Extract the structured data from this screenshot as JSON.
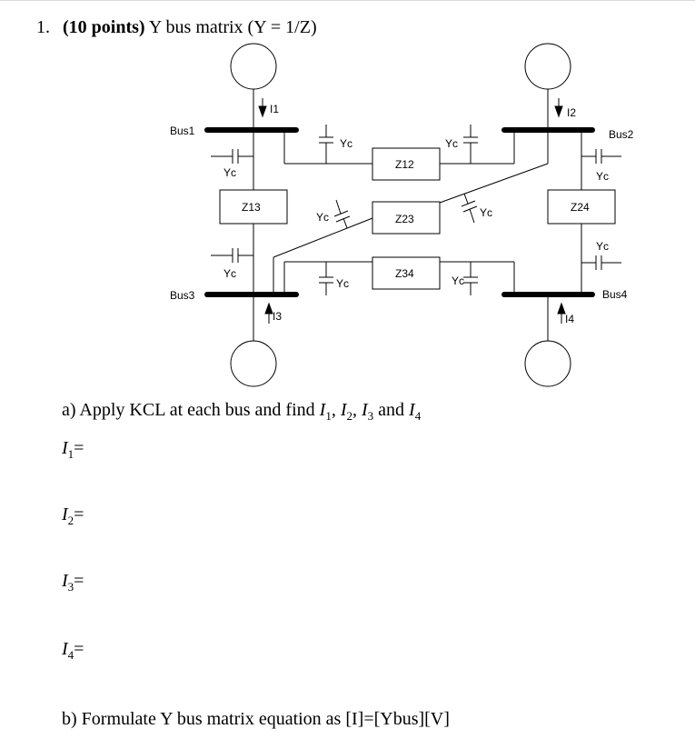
{
  "question": {
    "number": "1.",
    "points": "(10 points)",
    "title": "Y bus matrix (Y = 1/Z)"
  },
  "diagram": {
    "buses": [
      "Bus1",
      "Bus2",
      "Bus3",
      "Bus4"
    ],
    "currents": [
      "I1",
      "I2",
      "I3",
      "I4"
    ],
    "impedances": [
      "Z12",
      "Z13",
      "Z23",
      "Z24",
      "Z34"
    ],
    "capacitor_label": "Yc"
  },
  "part_a": {
    "text": "a) Apply KCL at each bus and find",
    "vars": [
      "I",
      "I",
      "I",
      "I"
    ],
    "subs": [
      "1",
      "2",
      "3",
      "4"
    ],
    "and": "and"
  },
  "answers": [
    {
      "var": "I",
      "sub": "1",
      "eq": "="
    },
    {
      "var": "I",
      "sub": "2",
      "eq": "="
    },
    {
      "var": "I",
      "sub": "3",
      "eq": "="
    },
    {
      "var": "I",
      "sub": "4",
      "eq": "="
    }
  ],
  "part_b": {
    "text": "b) Formulate Y bus matrix equation as [I]=[Ybus][V]"
  }
}
